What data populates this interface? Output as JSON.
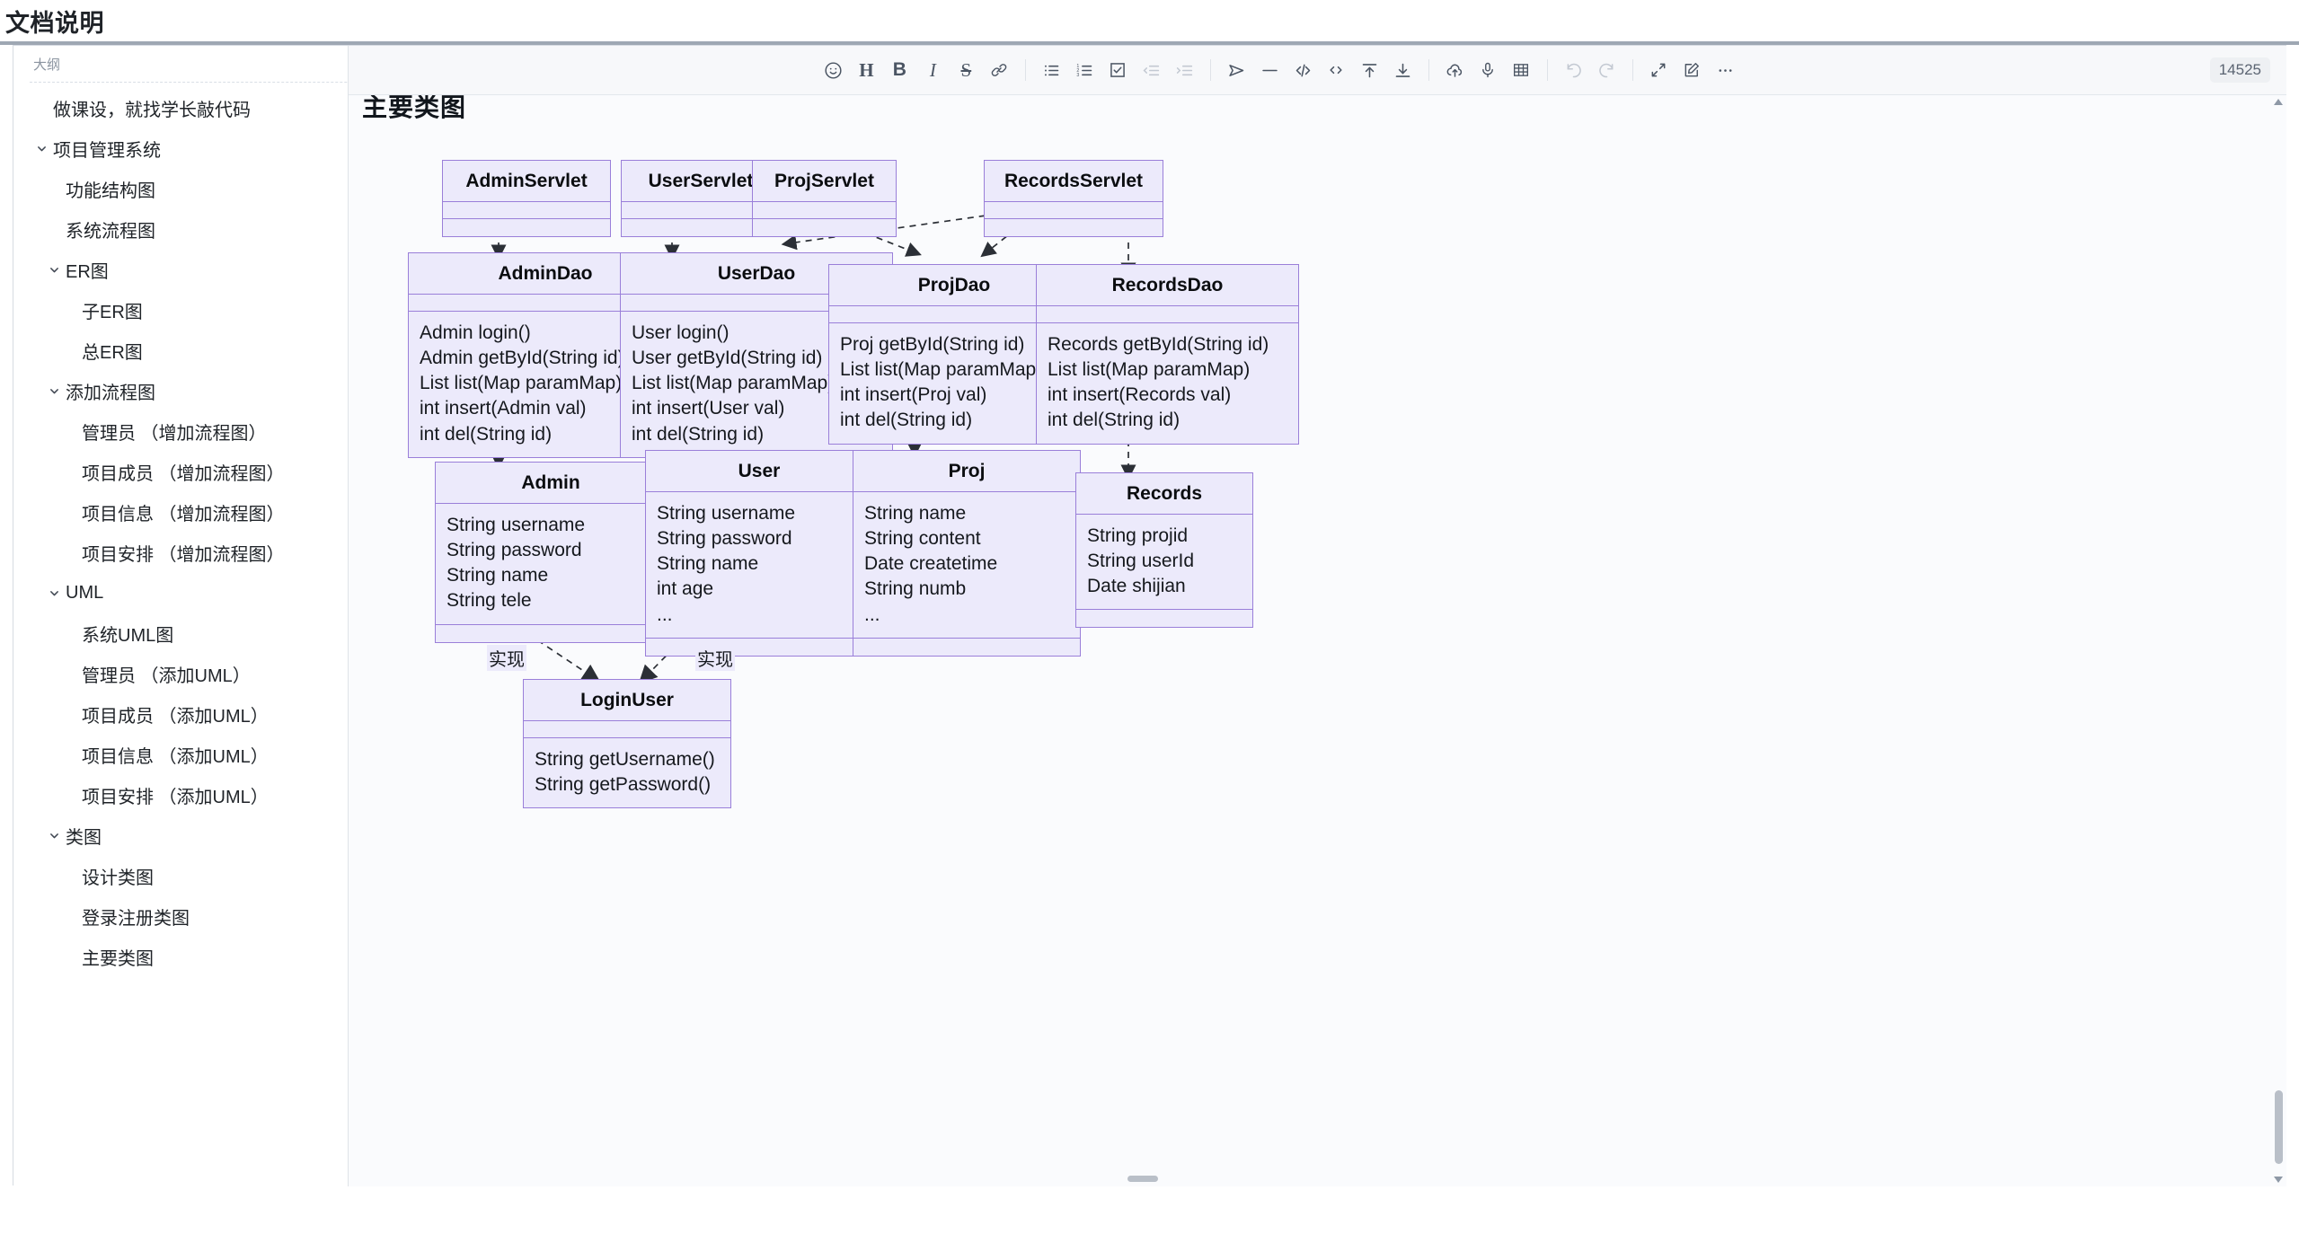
{
  "window": {
    "doc_title": "文档说明"
  },
  "toolbar": {
    "word_count": "14525",
    "groups": [
      {
        "items": [
          {
            "name": "emoji-icon",
            "label": "emoji",
            "dim": false
          },
          {
            "name": "heading-icon",
            "label": "H",
            "dim": false
          },
          {
            "name": "bold-icon",
            "label": "B",
            "dim": false
          },
          {
            "name": "italic-icon",
            "label": "I",
            "dim": false
          },
          {
            "name": "strikethrough-icon",
            "label": "S",
            "dim": false
          },
          {
            "name": "link-icon",
            "label": "link",
            "dim": false
          }
        ]
      },
      {
        "items": [
          {
            "name": "bulleted-list-icon",
            "label": "bulleted list",
            "dim": false
          },
          {
            "name": "numbered-list-icon",
            "label": "numbered list",
            "dim": false
          },
          {
            "name": "checklist-icon",
            "label": "checklist",
            "dim": false
          },
          {
            "name": "outdent-icon",
            "label": "outdent",
            "dim": true
          },
          {
            "name": "indent-icon",
            "label": "indent",
            "dim": true
          }
        ]
      },
      {
        "items": [
          {
            "name": "quote-icon",
            "label": "quote",
            "dim": false
          },
          {
            "name": "horizontal-rule-icon",
            "label": "horizontal rule",
            "dim": false
          },
          {
            "name": "code-block-icon",
            "label": "code block",
            "dim": false
          },
          {
            "name": "inline-code-icon",
            "label": "inline code",
            "dim": false
          },
          {
            "name": "insert-above-icon",
            "label": "insert above",
            "dim": false
          },
          {
            "name": "insert-below-icon",
            "label": "insert below",
            "dim": false
          }
        ]
      },
      {
        "items": [
          {
            "name": "upload-cloud-icon",
            "label": "upload",
            "dim": false
          },
          {
            "name": "microphone-icon",
            "label": "voice",
            "dim": false
          },
          {
            "name": "table-icon",
            "label": "table",
            "dim": false
          }
        ]
      },
      {
        "items": [
          {
            "name": "undo-icon",
            "label": "undo",
            "dim": true
          },
          {
            "name": "redo-icon",
            "label": "redo",
            "dim": true
          }
        ]
      },
      {
        "items": [
          {
            "name": "fullscreen-icon",
            "label": "fullscreen",
            "dim": false
          },
          {
            "name": "edit-icon",
            "label": "edit",
            "dim": false
          },
          {
            "name": "more-options-icon",
            "label": "more",
            "dim": false
          }
        ]
      }
    ]
  },
  "sidebar": {
    "header": "大纲",
    "items": [
      {
        "label": "做课设，就找学长敲代码",
        "level": 0,
        "expandable": false
      },
      {
        "label": "项目管理系统",
        "level": 0,
        "expandable": true
      },
      {
        "label": "功能结构图",
        "level": 1,
        "expandable": false
      },
      {
        "label": "系统流程图",
        "level": 1,
        "expandable": false
      },
      {
        "label": "ER图",
        "level": 1,
        "expandable": true
      },
      {
        "label": "子ER图",
        "level": 2,
        "expandable": false
      },
      {
        "label": "总ER图",
        "level": 2,
        "expandable": false
      },
      {
        "label": "添加流程图",
        "level": 1,
        "expandable": true
      },
      {
        "label": "管理员 （增加流程图）",
        "level": 2,
        "expandable": false
      },
      {
        "label": "项目成员 （增加流程图）",
        "level": 2,
        "expandable": false
      },
      {
        "label": "项目信息 （增加流程图）",
        "level": 2,
        "expandable": false
      },
      {
        "label": "项目安排 （增加流程图）",
        "level": 2,
        "expandable": false
      },
      {
        "label": "UML",
        "level": 1,
        "expandable": true
      },
      {
        "label": "系统UML图",
        "level": 2,
        "expandable": false
      },
      {
        "label": "管理员 （添加UML）",
        "level": 2,
        "expandable": false
      },
      {
        "label": "项目成员 （添加UML）",
        "level": 2,
        "expandable": false
      },
      {
        "label": "项目信息 （添加UML）",
        "level": 2,
        "expandable": false
      },
      {
        "label": "项目安排 （添加UML）",
        "level": 2,
        "expandable": false
      },
      {
        "label": "类图",
        "level": 1,
        "expandable": true
      },
      {
        "label": "设计类图",
        "level": 2,
        "expandable": false
      },
      {
        "label": "登录注册类图",
        "level": 2,
        "expandable": false
      },
      {
        "label": "主要类图",
        "level": 2,
        "expandable": false
      }
    ]
  },
  "editor": {
    "heading": "主要类图"
  },
  "diagram": {
    "type": "uml-class-diagram",
    "accent_border": "#9a7fd9",
    "accent_fill": "#eceafb",
    "edge_labels": [
      "实现",
      "实现"
    ],
    "classes": [
      {
        "id": "AdminServlet",
        "name": "AdminServlet",
        "attributes": [],
        "methods": [],
        "empty_sections": 2
      },
      {
        "id": "UserServlet",
        "name": "UserServlet",
        "attributes": [],
        "methods": [],
        "empty_sections": 2
      },
      {
        "id": "ProjServlet",
        "name": "ProjServlet",
        "attributes": [],
        "methods": [],
        "empty_sections": 2
      },
      {
        "id": "RecordsServlet",
        "name": "RecordsServlet",
        "attributes": [],
        "methods": [],
        "empty_sections": 2
      },
      {
        "id": "AdminDao",
        "name": "AdminDao",
        "attributes": [],
        "methods": [
          "Admin login()",
          "Admin getById(String id)",
          "List list(Map paramMap)",
          "int insert(Admin val)",
          "int del(String id)"
        ]
      },
      {
        "id": "UserDao",
        "name": "UserDao",
        "attributes": [],
        "methods": [
          "User login()",
          "User getById(String id)",
          "List list(Map paramMap)",
          "int insert(User val)",
          "int del(String id)"
        ]
      },
      {
        "id": "ProjDao",
        "name": "ProjDao",
        "attributes": [],
        "methods": [
          "Proj getById(String id)",
          "List list(Map paramMap)",
          "int insert(Proj val)",
          "int del(String id)"
        ]
      },
      {
        "id": "RecordsDao",
        "name": "RecordsDao",
        "attributes": [],
        "methods": [
          "Records getById(String id)",
          "List list(Map paramMap)",
          "int insert(Records val)",
          "int del(String id)"
        ]
      },
      {
        "id": "Admin",
        "name": "Admin",
        "attributes": [
          "String username",
          "String password",
          "String name",
          "String tele"
        ],
        "methods": []
      },
      {
        "id": "User",
        "name": "User",
        "attributes": [
          "String username",
          "String password",
          "String name",
          "int age",
          "..."
        ],
        "methods": []
      },
      {
        "id": "Proj",
        "name": "Proj",
        "attributes": [
          "String name",
          "String content",
          "Date createtime",
          "String numb",
          "..."
        ],
        "methods": []
      },
      {
        "id": "Records",
        "name": "Records",
        "attributes": [
          "String projid",
          "String userId",
          "Date shijian"
        ],
        "methods": []
      },
      {
        "id": "LoginUser",
        "name": "LoginUser",
        "attributes": [],
        "methods": [
          "String getUsername()",
          "String getPassword()"
        ]
      }
    ],
    "relations": [
      {
        "from": "AdminServlet",
        "to": "AdminDao",
        "type": "dependency"
      },
      {
        "from": "UserServlet",
        "to": "UserDao",
        "type": "dependency"
      },
      {
        "from": "ProjServlet",
        "to": "ProjDao",
        "type": "dependency"
      },
      {
        "from": "RecordsServlet",
        "to": "ProjDao",
        "type": "dependency"
      },
      {
        "from": "RecordsServlet",
        "to": "RecordsDao",
        "type": "dependency"
      },
      {
        "from": "RecordsServlet",
        "to": "UserDao",
        "type": "dependency"
      },
      {
        "from": "AdminDao",
        "to": "Admin",
        "type": "dependency"
      },
      {
        "from": "UserDao",
        "to": "User",
        "type": "dependency"
      },
      {
        "from": "ProjDao",
        "to": "Proj",
        "type": "dependency"
      },
      {
        "from": "RecordsDao",
        "to": "Records",
        "type": "dependency"
      },
      {
        "from": "Admin",
        "to": "LoginUser",
        "type": "realization",
        "label": "实现"
      },
      {
        "from": "User",
        "to": "LoginUser",
        "type": "realization",
        "label": "实现"
      }
    ]
  }
}
